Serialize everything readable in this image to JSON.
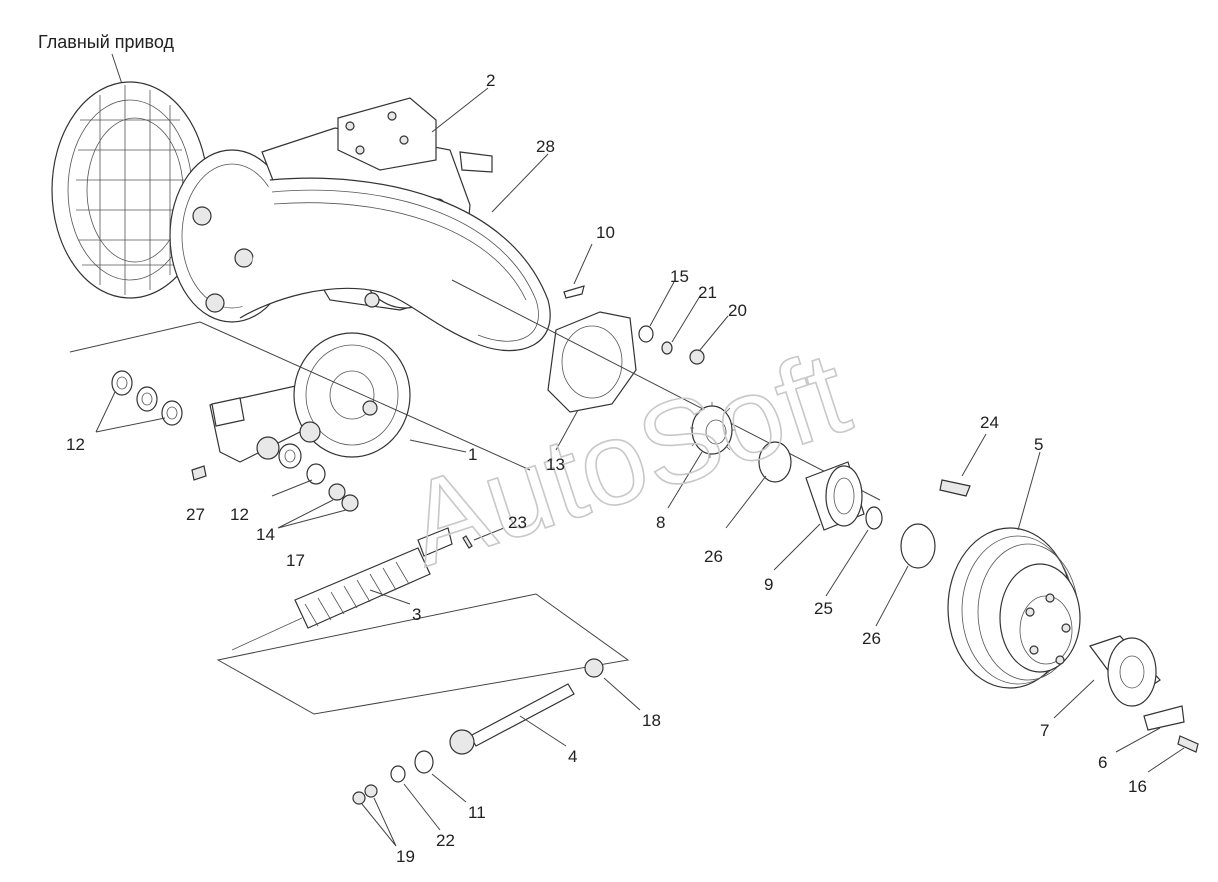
{
  "title": "Главный привод",
  "watermark": "AutoSoft",
  "labels": {
    "l1": "1",
    "l2": "2",
    "l3": "3",
    "l4": "4",
    "l5": "5",
    "l6": "6",
    "l7": "7",
    "l8": "8",
    "l9": "9",
    "l10": "10",
    "l11": "11",
    "l12a": "12",
    "l12b": "12",
    "l13": "13",
    "l14": "14",
    "l15": "15",
    "l16": "16",
    "l17": "17",
    "l18": "18",
    "l19": "19",
    "l20": "20",
    "l21": "21",
    "l22": "22",
    "l23": "23",
    "l24": "24",
    "l25": "25",
    "l26a": "26",
    "l26b": "26",
    "l27": "27",
    "l28": "28"
  }
}
